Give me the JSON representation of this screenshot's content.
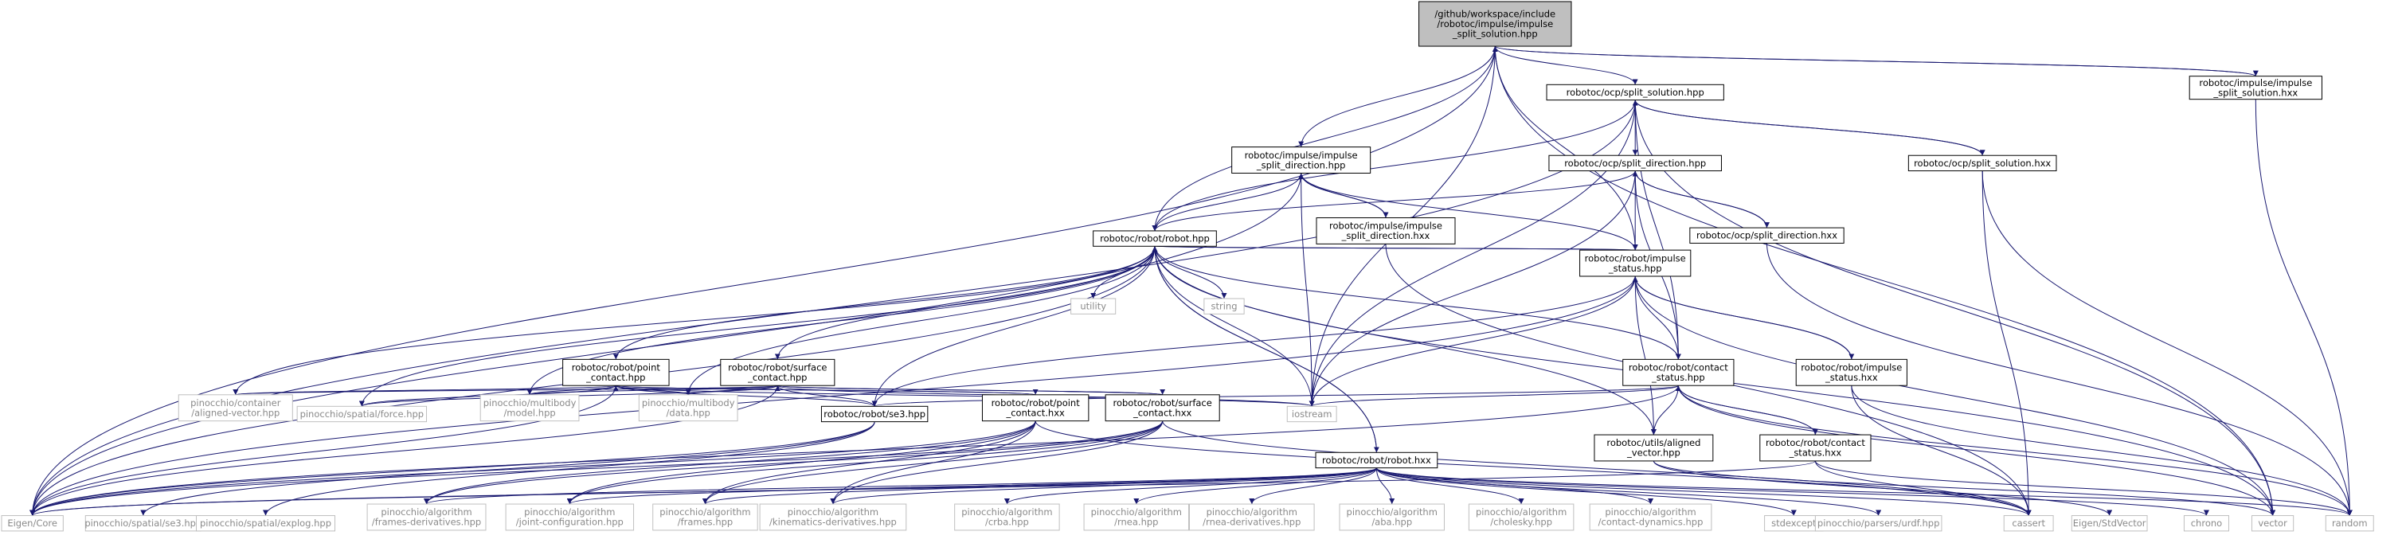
{
  "colors": {
    "edge": "#191970",
    "root_fill": "#bfbfbf",
    "node_border": "#000000",
    "external_border": "#bfbfbf",
    "external_text": "#8a8a8a",
    "background": "#ffffff"
  },
  "nodes": [
    {
      "id": "root",
      "lines": [
        "/github/workspace/include",
        "/robotoc/impulse/impulse",
        "_split_solution.hpp"
      ],
      "kind": "root"
    },
    {
      "id": "ocp_sol",
      "lines": [
        "robotoc/ocp/split_solution.hpp"
      ],
      "kind": "internal"
    },
    {
      "id": "imp_sol_hxx",
      "lines": [
        "robotoc/impulse/impulse",
        "_split_solution.hxx"
      ],
      "kind": "internal"
    },
    {
      "id": "imp_dir_hpp",
      "lines": [
        "robotoc/impulse/impulse",
        "_split_direction.hpp"
      ],
      "kind": "internal"
    },
    {
      "id": "ocp_dir_hpp",
      "lines": [
        "robotoc/ocp/split_direction.hpp"
      ],
      "kind": "internal"
    },
    {
      "id": "ocp_sol_hxx",
      "lines": [
        "robotoc/ocp/split_solution.hxx"
      ],
      "kind": "internal"
    },
    {
      "id": "ocp_dir_hxx",
      "lines": [
        "robotoc/ocp/split_direction.hxx"
      ],
      "kind": "internal"
    },
    {
      "id": "imp_dir_hxx",
      "lines": [
        "robotoc/impulse/impulse",
        "_split_direction.hxx"
      ],
      "kind": "internal"
    },
    {
      "id": "robot_hpp",
      "lines": [
        "robotoc/robot/robot.hpp"
      ],
      "kind": "internal"
    },
    {
      "id": "imp_status_hpp",
      "lines": [
        "robotoc/robot/impulse",
        "_status.hpp"
      ],
      "kind": "internal"
    },
    {
      "id": "utility",
      "lines": [
        "utility"
      ],
      "kind": "external"
    },
    {
      "id": "string",
      "lines": [
        "string"
      ],
      "kind": "external"
    },
    {
      "id": "point_contact_hpp",
      "lines": [
        "robotoc/robot/point",
        "_contact.hpp"
      ],
      "kind": "internal"
    },
    {
      "id": "surface_contact_hpp",
      "lines": [
        "robotoc/robot/surface",
        "_contact.hpp"
      ],
      "kind": "internal"
    },
    {
      "id": "contact_status_hpp",
      "lines": [
        "robotoc/robot/contact",
        "_status.hpp"
      ],
      "kind": "internal"
    },
    {
      "id": "imp_status_hxx",
      "lines": [
        "robotoc/robot/impulse",
        "_status.hxx"
      ],
      "kind": "internal"
    },
    {
      "id": "aligned_vector_pin",
      "lines": [
        "pinocchio/container",
        "/aligned-vector.hpp"
      ],
      "kind": "external"
    },
    {
      "id": "force_hpp",
      "lines": [
        "pinocchio/spatial/force.hpp"
      ],
      "kind": "external"
    },
    {
      "id": "model_hpp",
      "lines": [
        "pinocchio/multibody",
        "/model.hpp"
      ],
      "kind": "external"
    },
    {
      "id": "data_hpp",
      "lines": [
        "pinocchio/multibody",
        "/data.hpp"
      ],
      "kind": "external"
    },
    {
      "id": "se3_robot",
      "lines": [
        "robotoc/robot/se3.hpp"
      ],
      "kind": "internal"
    },
    {
      "id": "point_contact_hxx",
      "lines": [
        "robotoc/robot/point",
        "_contact.hxx"
      ],
      "kind": "internal"
    },
    {
      "id": "surface_contact_hxx",
      "lines": [
        "robotoc/robot/surface",
        "_contact.hxx"
      ],
      "kind": "internal"
    },
    {
      "id": "iostream",
      "lines": [
        "iostream"
      ],
      "kind": "external"
    },
    {
      "id": "robot_hxx",
      "lines": [
        "robotoc/robot/robot.hxx"
      ],
      "kind": "internal"
    },
    {
      "id": "utils_aligned",
      "lines": [
        "robotoc/utils/aligned",
        "_vector.hpp"
      ],
      "kind": "internal"
    },
    {
      "id": "contact_status_hxx",
      "lines": [
        "robotoc/robot/contact",
        "_status.hxx"
      ],
      "kind": "internal"
    },
    {
      "id": "eigen_core",
      "lines": [
        "Eigen/Core"
      ],
      "kind": "external"
    },
    {
      "id": "se3_pin",
      "lines": [
        "pinocchio/spatial/se3.hpp"
      ],
      "kind": "external"
    },
    {
      "id": "explog",
      "lines": [
        "pinocchio/spatial/explog.hpp"
      ],
      "kind": "external"
    },
    {
      "id": "frames_deriv",
      "lines": [
        "pinocchio/algorithm",
        "/frames-derivatives.hpp"
      ],
      "kind": "external"
    },
    {
      "id": "joint_config",
      "lines": [
        "pinocchio/algorithm",
        "/joint-configuration.hpp"
      ],
      "kind": "external"
    },
    {
      "id": "frames",
      "lines": [
        "pinocchio/algorithm",
        "/frames.hpp"
      ],
      "kind": "external"
    },
    {
      "id": "kin_deriv",
      "lines": [
        "pinocchio/algorithm",
        "/kinematics-derivatives.hpp"
      ],
      "kind": "external"
    },
    {
      "id": "crba",
      "lines": [
        "pinocchio/algorithm",
        "/crba.hpp"
      ],
      "kind": "external"
    },
    {
      "id": "rnea",
      "lines": [
        "pinocchio/algorithm",
        "/rnea.hpp"
      ],
      "kind": "external"
    },
    {
      "id": "rnea_deriv",
      "lines": [
        "pinocchio/algorithm",
        "/rnea-derivatives.hpp"
      ],
      "kind": "external"
    },
    {
      "id": "aba",
      "lines": [
        "pinocchio/algorithm",
        "/aba.hpp"
      ],
      "kind": "external"
    },
    {
      "id": "cholesky",
      "lines": [
        "pinocchio/algorithm",
        "/cholesky.hpp"
      ],
      "kind": "external"
    },
    {
      "id": "contact_dyn",
      "lines": [
        "pinocchio/algorithm",
        "/contact-dynamics.hpp"
      ],
      "kind": "external"
    },
    {
      "id": "stdexcept",
      "lines": [
        "stdexcept"
      ],
      "kind": "external"
    },
    {
      "id": "urdf",
      "lines": [
        "pinocchio/parsers/urdf.hpp"
      ],
      "kind": "external"
    },
    {
      "id": "cassert",
      "lines": [
        "cassert"
      ],
      "kind": "external"
    },
    {
      "id": "stdvector",
      "lines": [
        "Eigen/StdVector"
      ],
      "kind": "external"
    },
    {
      "id": "chrono",
      "lines": [
        "chrono"
      ],
      "kind": "external"
    },
    {
      "id": "vector",
      "lines": [
        "vector"
      ],
      "kind": "external"
    },
    {
      "id": "random",
      "lines": [
        "random"
      ],
      "kind": "external"
    }
  ],
  "edges": [
    [
      "root",
      "eigen_core"
    ],
    [
      "root",
      "ocp_sol"
    ],
    [
      "root",
      "imp_sol_hxx"
    ],
    [
      "root",
      "imp_dir_hpp"
    ],
    [
      "root",
      "robot_hpp"
    ],
    [
      "root",
      "imp_status_hpp"
    ],
    [
      "root",
      "iostream"
    ],
    [
      "root",
      "vector"
    ],
    [
      "imp_sol_hxx",
      "root"
    ],
    [
      "imp_sol_hxx",
      "random"
    ],
    [
      "ocp_sol",
      "eigen_core"
    ],
    [
      "ocp_sol",
      "robot_hpp"
    ],
    [
      "ocp_sol",
      "ocp_dir_hpp"
    ],
    [
      "ocp_sol",
      "ocp_sol_hxx"
    ],
    [
      "ocp_sol",
      "contact_status_hpp"
    ],
    [
      "ocp_sol",
      "iostream"
    ],
    [
      "ocp_sol",
      "vector"
    ],
    [
      "ocp_sol_hxx",
      "ocp_sol"
    ],
    [
      "ocp_sol_hxx",
      "cassert"
    ],
    [
      "ocp_sol_hxx",
      "random"
    ],
    [
      "imp_dir_hpp",
      "eigen_core"
    ],
    [
      "imp_dir_hpp",
      "robot_hpp"
    ],
    [
      "imp_dir_hpp",
      "imp_dir_hxx"
    ],
    [
      "imp_dir_hpp",
      "imp_status_hpp"
    ],
    [
      "imp_dir_hpp",
      "iostream"
    ],
    [
      "imp_dir_hxx",
      "imp_dir_hpp"
    ],
    [
      "imp_dir_hxx",
      "cassert"
    ],
    [
      "ocp_dir_hpp",
      "robot_hpp"
    ],
    [
      "ocp_dir_hpp",
      "ocp_dir_hxx"
    ],
    [
      "ocp_dir_hpp",
      "imp_status_hpp"
    ],
    [
      "ocp_dir_hpp",
      "contact_status_hpp"
    ],
    [
      "ocp_dir_hpp",
      "iostream"
    ],
    [
      "ocp_dir_hxx",
      "ocp_dir_hpp"
    ],
    [
      "ocp_dir_hxx",
      "random"
    ],
    [
      "robot_hpp",
      "utility"
    ],
    [
      "robot_hpp",
      "string"
    ],
    [
      "robot_hpp",
      "point_contact_hpp"
    ],
    [
      "robot_hpp",
      "surface_contact_hpp"
    ],
    [
      "robot_hpp",
      "imp_status_hpp"
    ],
    [
      "robot_hpp",
      "contact_status_hpp"
    ],
    [
      "robot_hpp",
      "aligned_vector_pin"
    ],
    [
      "robot_hpp",
      "force_hpp"
    ],
    [
      "robot_hpp",
      "model_hpp"
    ],
    [
      "robot_hpp",
      "data_hpp"
    ],
    [
      "robot_hpp",
      "se3_robot"
    ],
    [
      "robot_hpp",
      "iostream"
    ],
    [
      "robot_hpp",
      "robot_hxx"
    ],
    [
      "robot_hpp",
      "utils_aligned"
    ],
    [
      "robot_hpp",
      "eigen_core"
    ],
    [
      "robot_hpp",
      "vector"
    ],
    [
      "robot_hxx",
      "robot_hpp"
    ],
    [
      "imp_status_hpp",
      "robot_hpp"
    ],
    [
      "imp_status_hpp",
      "contact_status_hpp"
    ],
    [
      "imp_status_hpp",
      "imp_status_hxx"
    ],
    [
      "imp_status_hpp",
      "se3_robot"
    ],
    [
      "imp_status_hpp",
      "utils_aligned"
    ],
    [
      "imp_status_hpp",
      "iostream"
    ],
    [
      "imp_status_hpp",
      "eigen_core"
    ],
    [
      "imp_status_hpp",
      "vector"
    ],
    [
      "imp_status_hxx",
      "imp_status_hpp"
    ],
    [
      "imp_status_hxx",
      "cassert"
    ],
    [
      "imp_status_hxx",
      "random"
    ],
    [
      "contact_status_hpp",
      "contact_status_hxx"
    ],
    [
      "contact_status_hpp",
      "se3_robot"
    ],
    [
      "contact_status_hpp",
      "utils_aligned"
    ],
    [
      "contact_status_hpp",
      "iostream"
    ],
    [
      "contact_status_hpp",
      "eigen_core"
    ],
    [
      "contact_status_hpp",
      "vector"
    ],
    [
      "contact_status_hpp",
      "random"
    ],
    [
      "contact_status_hxx",
      "contact_status_hpp"
    ],
    [
      "contact_status_hxx",
      "cassert"
    ],
    [
      "contact_status_hxx",
      "random"
    ],
    [
      "contact_status_hxx",
      "eigen_core"
    ],
    [
      "point_contact_hpp",
      "eigen_core"
    ],
    [
      "point_contact_hpp",
      "aligned_vector_pin"
    ],
    [
      "point_contact_hpp",
      "force_hpp"
    ],
    [
      "point_contact_hpp",
      "model_hpp"
    ],
    [
      "point_contact_hpp",
      "data_hpp"
    ],
    [
      "point_contact_hpp",
      "se3_robot"
    ],
    [
      "point_contact_hpp",
      "point_contact_hxx"
    ],
    [
      "point_contact_hpp",
      "iostream"
    ],
    [
      "point_contact_hxx",
      "point_contact_hpp"
    ],
    [
      "point_contact_hxx",
      "eigen_core"
    ],
    [
      "point_contact_hxx",
      "frames"
    ],
    [
      "point_contact_hxx",
      "kin_deriv"
    ],
    [
      "point_contact_hxx",
      "frames_deriv"
    ],
    [
      "point_contact_hxx",
      "joint_config"
    ],
    [
      "point_contact_hxx",
      "cassert"
    ],
    [
      "surface_contact_hpp",
      "eigen_core"
    ],
    [
      "surface_contact_hpp",
      "aligned_vector_pin"
    ],
    [
      "surface_contact_hpp",
      "force_hpp"
    ],
    [
      "surface_contact_hpp",
      "model_hpp"
    ],
    [
      "surface_contact_hpp",
      "data_hpp"
    ],
    [
      "surface_contact_hpp",
      "se3_robot"
    ],
    [
      "surface_contact_hpp",
      "surface_contact_hxx"
    ],
    [
      "surface_contact_hpp",
      "iostream"
    ],
    [
      "surface_contact_hxx",
      "surface_contact_hpp"
    ],
    [
      "surface_contact_hxx",
      "eigen_core"
    ],
    [
      "surface_contact_hxx",
      "frames"
    ],
    [
      "surface_contact_hxx",
      "kin_deriv"
    ],
    [
      "surface_contact_hxx",
      "frames_deriv"
    ],
    [
      "surface_contact_hxx",
      "joint_config"
    ],
    [
      "surface_contact_hxx",
      "cassert"
    ],
    [
      "se3_robot",
      "eigen_core"
    ],
    [
      "se3_robot",
      "se3_pin"
    ],
    [
      "se3_robot",
      "explog"
    ],
    [
      "utils_aligned",
      "stdvector"
    ],
    [
      "utils_aligned",
      "vector"
    ],
    [
      "robot_hxx",
      "eigen_core"
    ],
    [
      "robot_hxx",
      "joint_config"
    ],
    [
      "robot_hxx",
      "frames"
    ],
    [
      "robot_hxx",
      "kin_deriv"
    ],
    [
      "robot_hxx",
      "crba"
    ],
    [
      "robot_hxx",
      "rnea"
    ],
    [
      "robot_hxx",
      "rnea_deriv"
    ],
    [
      "robot_hxx",
      "aba"
    ],
    [
      "robot_hxx",
      "cholesky"
    ],
    [
      "robot_hxx",
      "contact_dyn"
    ],
    [
      "robot_hxx",
      "stdexcept"
    ],
    [
      "robot_hxx",
      "urdf"
    ],
    [
      "robot_hxx",
      "cassert"
    ],
    [
      "robot_hxx",
      "chrono"
    ],
    [
      "robot_hxx",
      "random"
    ],
    [
      "robot_hxx",
      "frames_deriv"
    ]
  ]
}
